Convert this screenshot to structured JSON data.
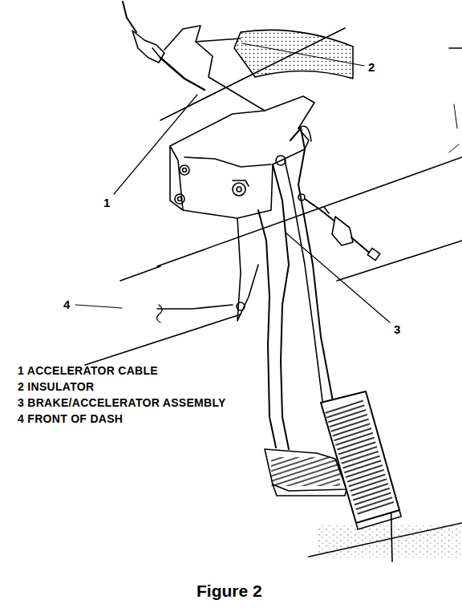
{
  "diagram": {
    "caption": "Figure 2",
    "labels": [
      "2",
      "1",
      "4",
      "3",
      "1 ACCELERATOR CABLE",
      "2 INSULATOR",
      "3 BRAKE/ACCELERATOR ASSEMBLY",
      "4 FRONT OF DASH"
    ]
  }
}
